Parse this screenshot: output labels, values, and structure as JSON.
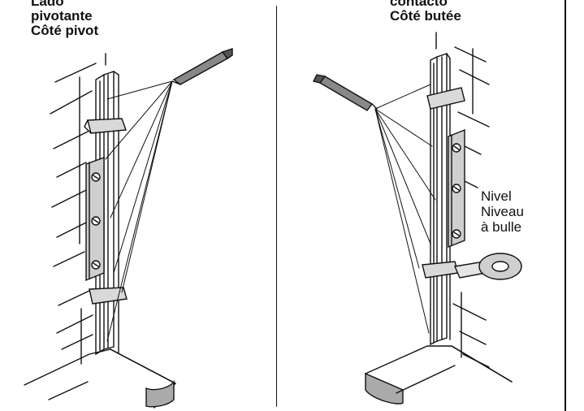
{
  "left_panel": {
    "labels": [
      "Lado",
      "pivotante",
      "Côté pivot"
    ]
  },
  "right_panel": {
    "labels": [
      "contacto",
      "Côté butée"
    ],
    "level_labels": [
      "Nivel",
      "Niveau",
      "à bulle"
    ]
  }
}
